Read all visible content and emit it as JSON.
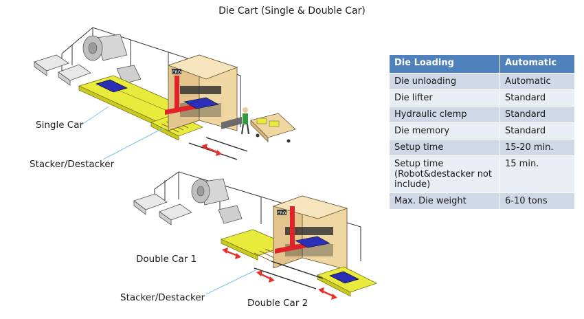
{
  "title": "Die Cart (Single & Double Car)",
  "labels": {
    "single_car": "Single Car",
    "stacker_top": "Stacker/Destacker",
    "double_car_1": "Double Car 1",
    "stacker_bottom": "Stacker/Destacker",
    "double_car_2": "Double Car 2"
  },
  "press_plate": "ERO",
  "table": {
    "header": [
      "Die Loading",
      "Automatic"
    ],
    "rows": [
      [
        "Die unloading",
        "Automatic"
      ],
      [
        "Die lifter",
        "Standard"
      ],
      [
        "Hydraulic clemp",
        "Standard"
      ],
      [
        "Die memory",
        "Standard"
      ],
      [
        "Setup time",
        "15-20 min."
      ],
      [
        "Setup time\n(Robot&destacker not\ninclude)",
        "15 min."
      ],
      [
        "Max. Die weight",
        "6-10 tons"
      ]
    ]
  },
  "colors": {
    "press_body": "#f0d7a2",
    "cart_yellow": "#e8ea3c",
    "lifter_red": "#e0222a",
    "motion_arrow": "#e8302a",
    "die_blue": "#2b2fb8",
    "pointer_line": "#7cc3e6",
    "header_blue": "#4f81bd"
  }
}
